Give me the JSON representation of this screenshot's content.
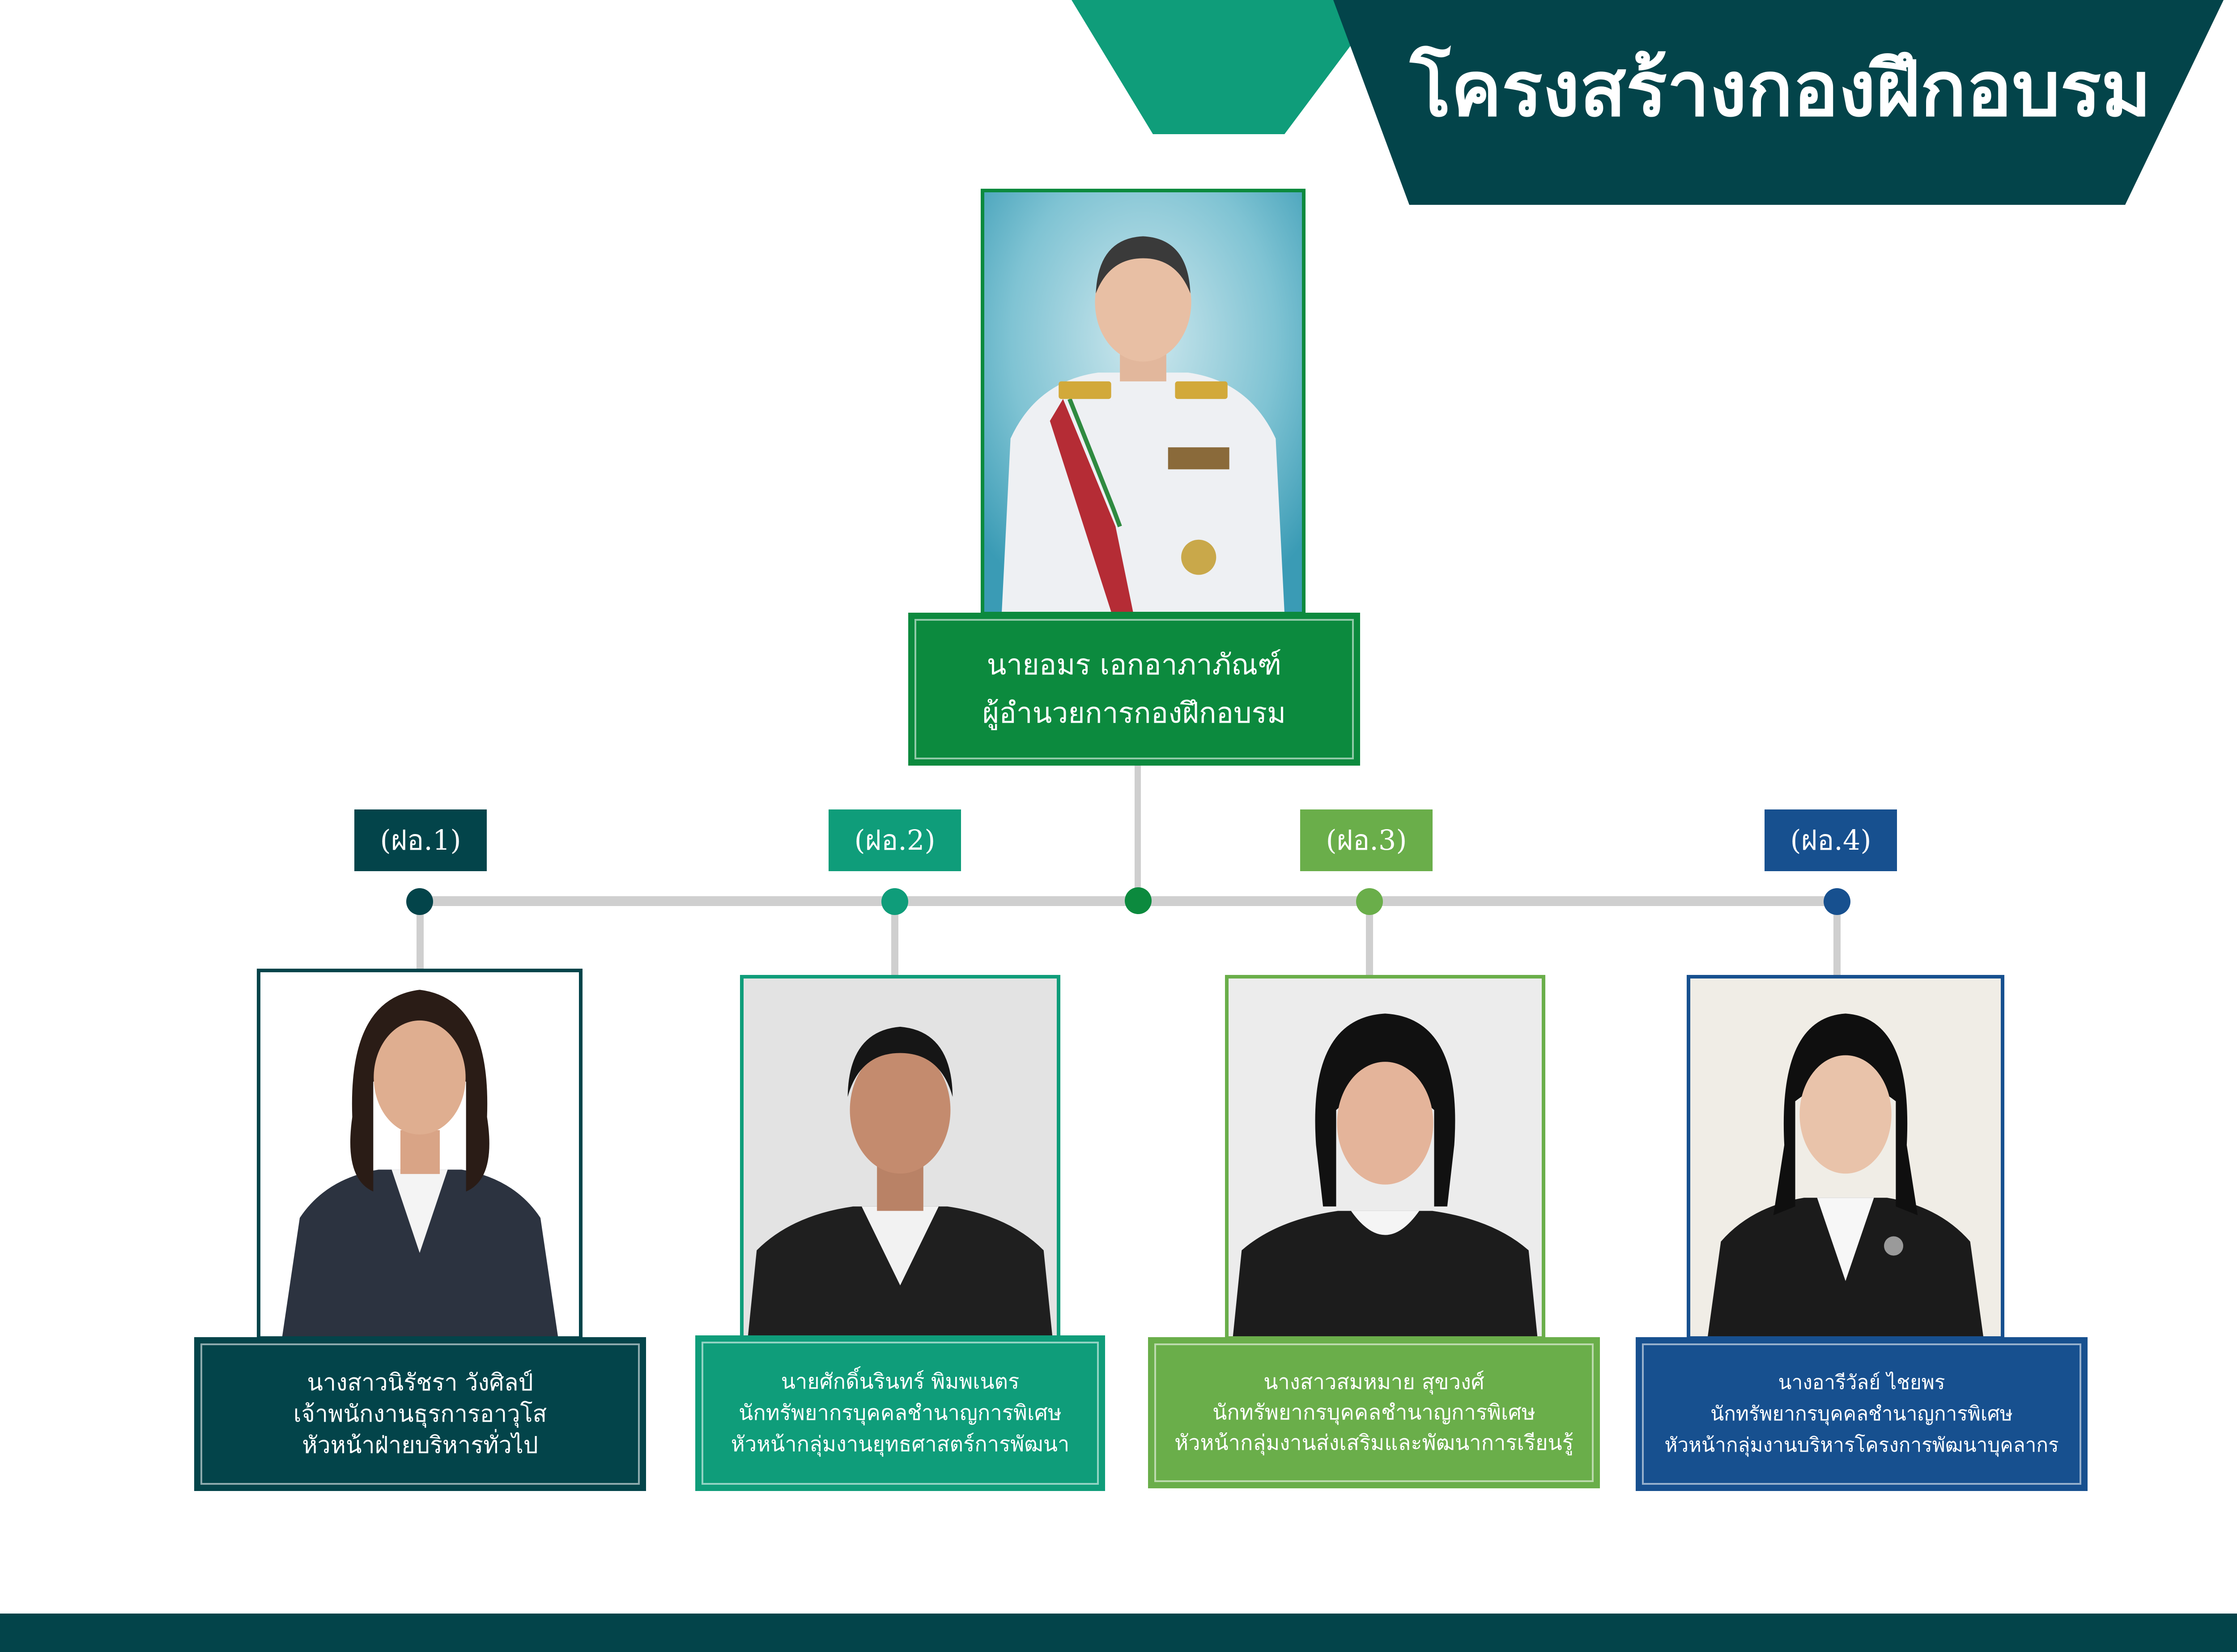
{
  "header": {
    "title": "โครงสร้างกองฝึกอบรม",
    "colors": {
      "main": "#03444a",
      "accent": "#0f9d7a"
    }
  },
  "director": {
    "name": "นายอมร เอกอาภาภัณฑ์",
    "title": "ผู้อำนวยการกองฝึกอบรม",
    "color": "#0c8a3e"
  },
  "divisions": [
    {
      "tag": "(ฝอ.1)",
      "name": "นางสาวนิรัชรา วังศิลป์",
      "position": "เจ้าพนักงานธุรการอาวุโส",
      "role": "หัวหน้าฝ่ายบริหารทั่วไป",
      "color": "#03444a"
    },
    {
      "tag": "(ฝอ.2)",
      "name": "นายศักดิ์นรินทร์ พิมพเนตร",
      "position": "นักทรัพยากรบุคคลชำนาญการพิเศษ",
      "role": "หัวหน้ากลุ่มงานยุทธศาสตร์การพัฒนา",
      "color": "#0f9d7a"
    },
    {
      "tag": "(ฝอ.3)",
      "name": "นางสาวสมหมาย สุขวงศ์",
      "position": "นักทรัพยากรบุคคลชำนาญการพิเศษ",
      "role": "หัวหน้ากลุ่มงานส่งเสริมและพัฒนาการเรียนรู้",
      "color": "#6aae4a"
    },
    {
      "tag": "(ฝอ.4)",
      "name": "นางอารีวัลย์ ไชยพร",
      "position": "นักทรัพยากรบุคคลชำนาญการพิเศษ",
      "role": "หัวหน้ากลุ่มงานบริหารโครงการพัฒนาบุคลากร",
      "color": "#17508f"
    }
  ],
  "connector_color": "#cfcfcf",
  "footer_color": "#03444a"
}
